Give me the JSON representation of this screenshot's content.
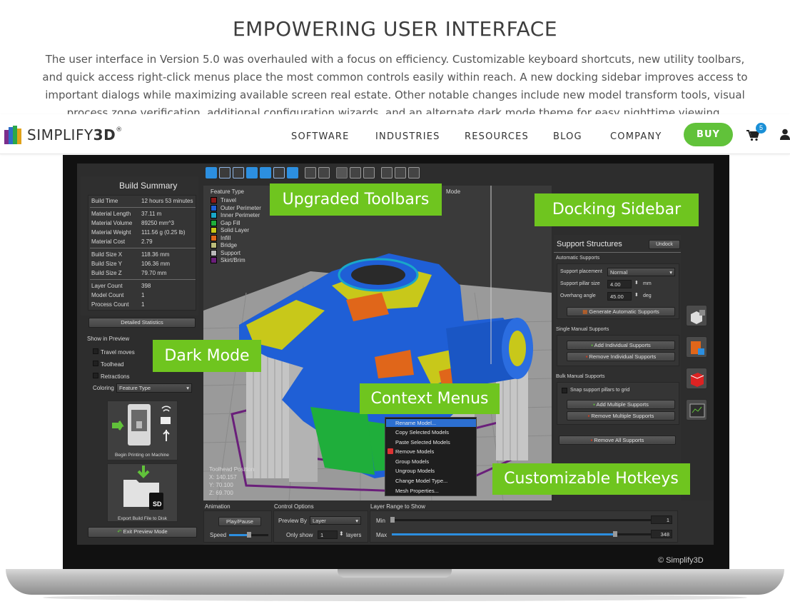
{
  "intro": {
    "title": "EMPOWERING USER INTERFACE",
    "paragraph": "The user interface in Version 5.0 was overhauled with a focus on efficiency. Customizable keyboard shortcuts, new utility toolbars, and quick access right-click menus place the most common controls easily within reach. A new docking sidebar improves access to important dialogs while maximizing available screen real estate. Other notable changes include new model transform tools, visual process zone verification, additional configuration wizards, and an alternate dark mode theme for easy nighttime viewing."
  },
  "navbar": {
    "logo_light": "SIMPLIFY",
    "logo_bold": "3D",
    "logo_reg": "®",
    "links": [
      "SOFTWARE",
      "INDUSTRIES",
      "RESOURCES",
      "BLOG",
      "COMPANY"
    ],
    "buy_label": "BUY",
    "cart_count": "5",
    "brand_green": "#61c23a",
    "badge_blue": "#1a8fd6"
  },
  "app": {
    "build_summary": {
      "title": "Build Summary",
      "group1": [
        {
          "label": "Build Time",
          "value": "12 hours 53 minutes"
        },
        {
          "label": "Material Length",
          "value": "37.11 m"
        },
        {
          "label": "Material Volume",
          "value": "89250 mm^3"
        },
        {
          "label": "Material Weight",
          "value": "111.56 g (0.25 lb)"
        },
        {
          "label": "Material Cost",
          "value": "2.79"
        }
      ],
      "group2": [
        {
          "label": "Build Size X",
          "value": "118.36 mm"
        },
        {
          "label": "Build Size Y",
          "value": "106.36 mm"
        },
        {
          "label": "Build Size Z",
          "value": "79.70 mm"
        }
      ],
      "group3": [
        {
          "label": "Layer Count",
          "value": "398"
        },
        {
          "label": "Model Count",
          "value": "1"
        },
        {
          "label": "Process Count",
          "value": "1"
        }
      ],
      "detailed_btn": "Detailed Statistics"
    },
    "show_in_preview": {
      "title": "Show in Preview",
      "options": [
        "Travel moves",
        "Toolhead",
        "Retractions"
      ],
      "coloring_label": "Coloring",
      "coloring_value": "Feature Type"
    },
    "machine": {
      "print_label": "Begin Printing on Machine",
      "sd_label": "Export Build File to Disk",
      "sd_text": "SD",
      "exit_btn": "Exit Preview Mode"
    },
    "legend": {
      "title": "Feature Type",
      "items": [
        {
          "name": "Travel",
          "color": "#8b1a1a"
        },
        {
          "name": "Outer Perimeter",
          "color": "#1f5fd6"
        },
        {
          "name": "Inner Perimeter",
          "color": "#19a7c9"
        },
        {
          "name": "Gap Fill",
          "color": "#1fae3b"
        },
        {
          "name": "Solid Layer",
          "color": "#c8c81a"
        },
        {
          "name": "Infill",
          "color": "#e0661a"
        },
        {
          "name": "Bridge",
          "color": "#bdbd7a"
        },
        {
          "name": "Support",
          "color": "#b9b9b9"
        },
        {
          "name": "Skirt/Brim",
          "color": "#6a1f7a"
        }
      ],
      "mode_label": "Mode"
    },
    "toolhead": {
      "title": "Toolhead Position",
      "x": "X: 140.157",
      "y": "Y: 70.100",
      "z": "Z: 69.700"
    },
    "support": {
      "title": "Support Structures",
      "undock": "Undock",
      "auto_title": "Automatic Supports",
      "placement_label": "Support placement",
      "placement_value": "Normal",
      "pillar_label": "Support pillar size",
      "pillar_value": "4.00",
      "pillar_unit": "mm",
      "overhang_label": "Overhang angle",
      "overhang_value": "45.00",
      "overhang_unit": "deg",
      "generate_btn": "Generate Automatic Supports",
      "single_title": "Single Manual Supports",
      "add_individual": "Add Individual Supports",
      "remove_individual": "Remove Individual Supports",
      "bulk_title": "Bulk Manual Supports",
      "snap_label": "Snap support pillars to grid",
      "add_multiple": "Add Multiple Supports",
      "remove_multiple": "Remove Multiple Supports",
      "remove_all": "Remove All Supports"
    },
    "bottom": {
      "animation_title": "Animation",
      "play_btn": "Play/Pause",
      "speed_label": "Speed",
      "control_title": "Control Options",
      "preview_by_label": "Preview By",
      "preview_by_value": "Layer",
      "only_show_label": "Only show",
      "only_show_value": "1",
      "layers_label": "layers",
      "range_title": "Layer Range to Show",
      "min_label": "Min",
      "min_value": "1",
      "max_label": "Max",
      "max_value": "348"
    },
    "context_menu": [
      "Rename Model...",
      "Copy Selected Models",
      "Paste Selected Models",
      "Remove Models",
      "Group Models",
      "Ungroup Models",
      "Change Model Type...",
      "Mesh Properties..."
    ]
  },
  "callouts": {
    "toolbars": "Upgraded Toolbars",
    "sidebar": "Docking Sidebar",
    "dark": "Dark Mode",
    "context": "Context Menus",
    "hotkeys": "Customizable Hotkeys",
    "color": "#6fc51f"
  },
  "copyright": "© Simplify3D"
}
